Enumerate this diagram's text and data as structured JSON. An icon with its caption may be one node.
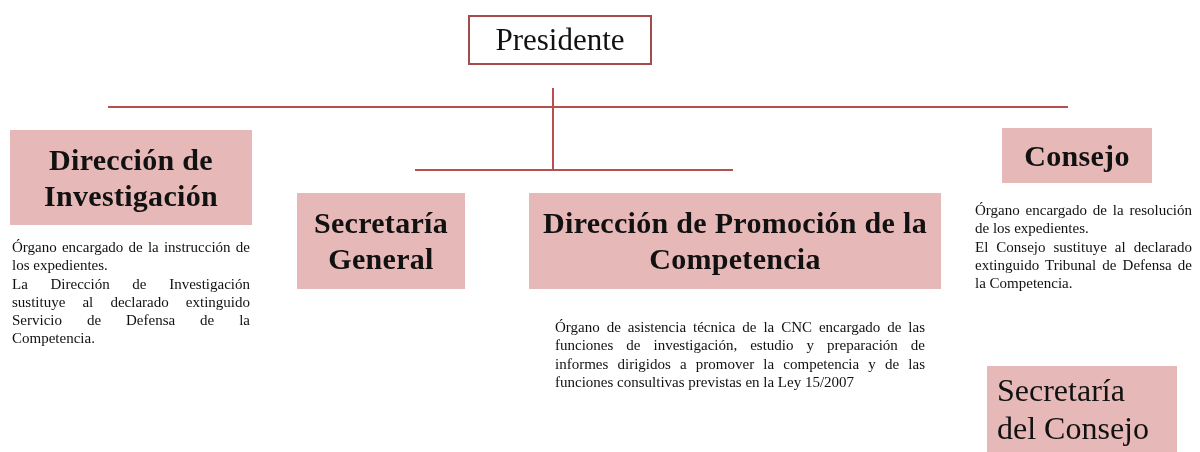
{
  "diagram": {
    "nodes": [
      {
        "text": [
          "Presidente"
        ]
      },
      {
        "text": [
          "Dirección de Investigación"
        ],
        "beside": [
          "Órgano encargado de la instrucción de los expedientes.",
          "La Dirección de Investigación sustituye al declarado extinguido Servicio de Defensa de la Competencia."
        ]
      },
      {
        "text": [
          "Secretaría General"
        ]
      },
      {
        "text": [
          "Dirección de Promoción de la Competencia"
        ],
        "beside": [
          "Órgano de asistencia técnica de la CNC encargado de las funciones de investigación, estudio y preparación de informes dirigidos a promover la competencia y de las funciones consultivas previstas en la Ley 15/2007"
        ]
      },
      {
        "text": [
          "Consejo"
        ],
        "beside": [
          "Órgano encargado de la resolución de los expedientes.",
          "El Consejo sustituye al declarado extinguido Tribunal de Defensa de la Competencia."
        ]
      },
      {
        "text": [
          "Secretaría del Consejo"
        ]
      }
    ]
  }
}
